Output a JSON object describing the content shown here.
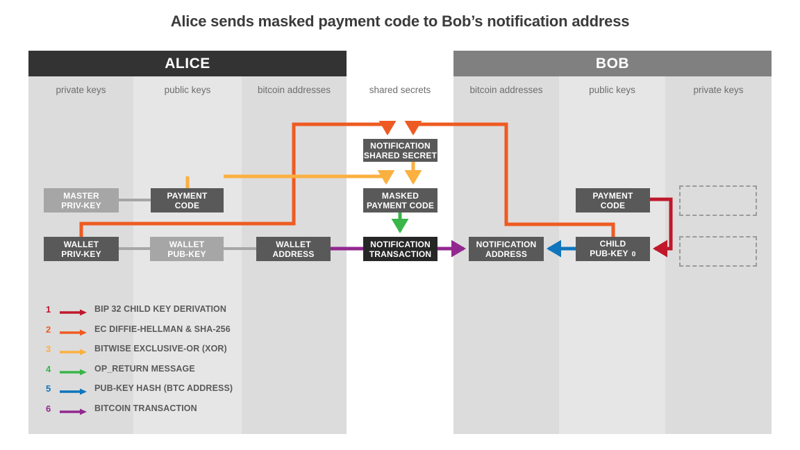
{
  "title": "Alice sends masked payment code to Bob’s notification address",
  "parties": [
    {
      "name": "ALICE",
      "color": "#333333"
    },
    {
      "name": "BOB",
      "color": "#808080"
    }
  ],
  "columns": [
    {
      "label": "private keys",
      "party": "alice",
      "shade": "dark"
    },
    {
      "label": "public keys",
      "party": "alice",
      "shade": "light"
    },
    {
      "label": "bitcoin addresses",
      "party": "alice",
      "shade": "dark"
    },
    {
      "label": "shared secrets",
      "party": "none",
      "shade": "white"
    },
    {
      "label": "bitcoin addresses",
      "party": "bob",
      "shade": "dark"
    },
    {
      "label": "public keys",
      "party": "bob",
      "shade": "light"
    },
    {
      "label": "private keys",
      "party": "bob",
      "shade": "dark"
    }
  ],
  "nodes": [
    {
      "id": "master-priv-key",
      "line1": "MASTER",
      "line2": "PRIV-KEY",
      "style": "light"
    },
    {
      "id": "payment-code-alice",
      "line1": "PAYMENT",
      "line2": "CODE",
      "style": "dark"
    },
    {
      "id": "wallet-priv-key",
      "line1": "WALLET",
      "line2": "PRIV-KEY",
      "style": "dark"
    },
    {
      "id": "wallet-pub-key",
      "line1": "WALLET",
      "line2": "PUB-KEY",
      "style": "light"
    },
    {
      "id": "wallet-address",
      "line1": "WALLET",
      "line2": "ADDRESS",
      "style": "dark"
    },
    {
      "id": "notification-shared-secret",
      "line1": "NOTIFICATION",
      "line2": "SHARED SECRET",
      "style": "dark"
    },
    {
      "id": "masked-payment-code",
      "line1": "MASKED",
      "line2": "PAYMENT CODE",
      "style": "dark"
    },
    {
      "id": "notification-transaction",
      "line1": "NOTIFICATION",
      "line2": "TRANSACTION",
      "style": "black"
    },
    {
      "id": "notification-address",
      "line1": "NOTIFICATION",
      "line2": "ADDRESS",
      "style": "dark"
    },
    {
      "id": "payment-code-bob",
      "line1": "PAYMENT",
      "line2": "CODE",
      "style": "dark"
    },
    {
      "id": "child-pub-key-0",
      "line1": "CHILD",
      "line2": "PUB-KEY",
      "suffix": "0",
      "style": "dark"
    }
  ],
  "legend": [
    {
      "num": "1",
      "label": "BIP 32 CHILD KEY DERIVATION",
      "color": "#c0172b"
    },
    {
      "num": "2",
      "label": "EC DIFFIE-HELLMAN & SHA-256",
      "color": "#ee5b22"
    },
    {
      "num": "3",
      "label": "BITWISE EXCLUSIVE-OR (XOR)",
      "color": "#fbb040"
    },
    {
      "num": "4",
      "label": "OP_RETURN MESSAGE",
      "color": "#39b54a"
    },
    {
      "num": "5",
      "label": "PUB-KEY HASH (BTC ADDRESS)",
      "color": "#0f75bc"
    },
    {
      "num": "6",
      "label": "BITCOIN TRANSACTION",
      "color": "#92278f"
    }
  ],
  "palette": {
    "red": "#c0172b",
    "orange": "#ee5b22",
    "amber": "#fbb040",
    "green": "#39b54a",
    "blue": "#0f75bc",
    "purple": "#92278f",
    "gray_wire": "#a6a6a6",
    "band_dark": "#dcdcdc",
    "band_light": "#e6e6e6",
    "node_dark": "#595959",
    "node_light": "#a6a6a6",
    "node_black": "#262626"
  }
}
